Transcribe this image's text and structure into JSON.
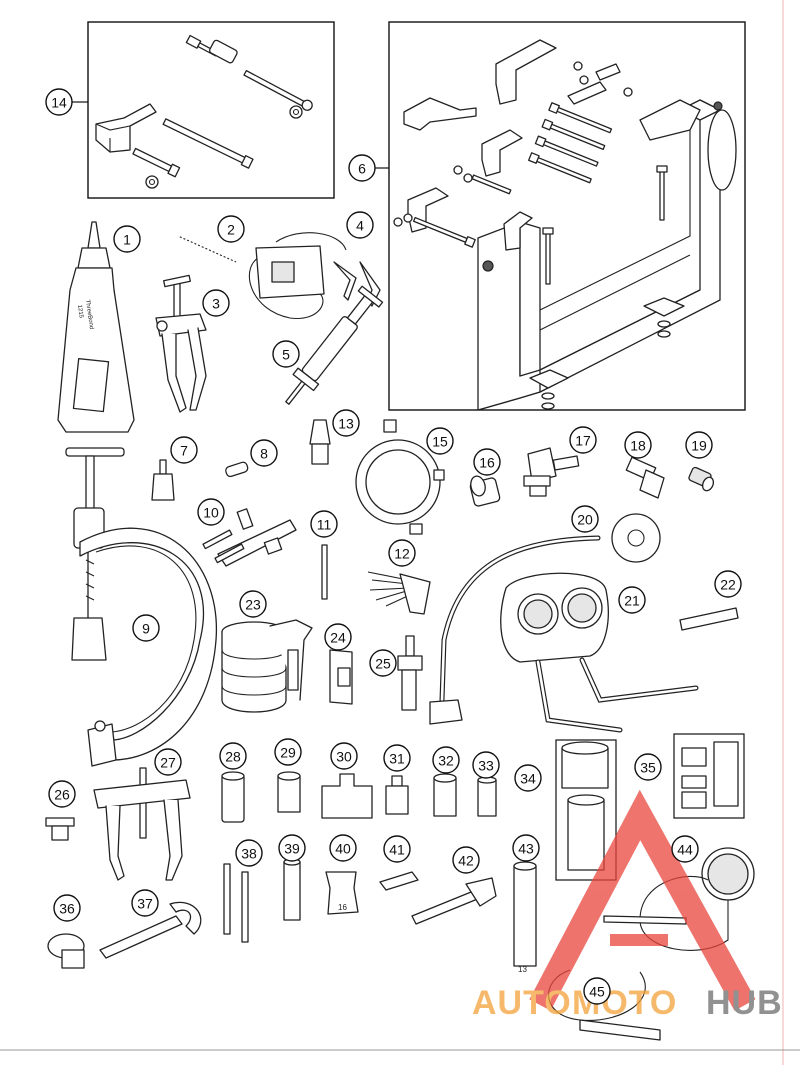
{
  "callouts": [
    {
      "id": "1",
      "label": "1"
    },
    {
      "id": "2",
      "label": "2"
    },
    {
      "id": "3",
      "label": "3"
    },
    {
      "id": "4",
      "label": "4"
    },
    {
      "id": "5",
      "label": "5"
    },
    {
      "id": "6",
      "label": "6"
    },
    {
      "id": "7",
      "label": "7"
    },
    {
      "id": "8",
      "label": "8"
    },
    {
      "id": "9",
      "label": "9"
    },
    {
      "id": "10",
      "label": "10"
    },
    {
      "id": "11",
      "label": "11"
    },
    {
      "id": "12",
      "label": "12"
    },
    {
      "id": "13",
      "label": "13"
    },
    {
      "id": "14",
      "label": "14"
    },
    {
      "id": "15",
      "label": "15"
    },
    {
      "id": "16",
      "label": "16"
    },
    {
      "id": "17",
      "label": "17"
    },
    {
      "id": "18",
      "label": "18"
    },
    {
      "id": "19",
      "label": "19"
    },
    {
      "id": "20",
      "label": "20"
    },
    {
      "id": "21",
      "label": "21"
    },
    {
      "id": "22",
      "label": "22"
    },
    {
      "id": "23",
      "label": "23"
    },
    {
      "id": "24",
      "label": "24"
    },
    {
      "id": "25",
      "label": "25"
    },
    {
      "id": "26",
      "label": "26"
    },
    {
      "id": "27",
      "label": "27"
    },
    {
      "id": "28",
      "label": "28"
    },
    {
      "id": "29",
      "label": "29"
    },
    {
      "id": "30",
      "label": "30"
    },
    {
      "id": "31",
      "label": "31"
    },
    {
      "id": "32",
      "label": "32"
    },
    {
      "id": "33",
      "label": "33"
    },
    {
      "id": "34",
      "label": "34"
    },
    {
      "id": "35",
      "label": "35"
    },
    {
      "id": "36",
      "label": "36"
    },
    {
      "id": "37",
      "label": "37"
    },
    {
      "id": "38",
      "label": "38"
    },
    {
      "id": "39",
      "label": "39"
    },
    {
      "id": "40",
      "label": "40"
    },
    {
      "id": "41",
      "label": "41"
    },
    {
      "id": "42",
      "label": "42"
    },
    {
      "id": "43",
      "label": "43"
    },
    {
      "id": "44",
      "label": "44"
    },
    {
      "id": "45",
      "label": "45"
    }
  ],
  "part_labels": {
    "sealant_brand": "ThreeBond",
    "sealant_code": "1215",
    "socket_40_size": "16",
    "socket_43_size": "13"
  },
  "watermark": {
    "word_auto": "AUTO",
    "word_moto": "MOTO",
    "word_hub": "HUB",
    "color_orange": "#f4a23a",
    "color_gray": "#6d6d6d",
    "color_red": "#e8453c"
  },
  "colors": {
    "line": "#222222",
    "margin_rule": "#f0a0a0"
  }
}
